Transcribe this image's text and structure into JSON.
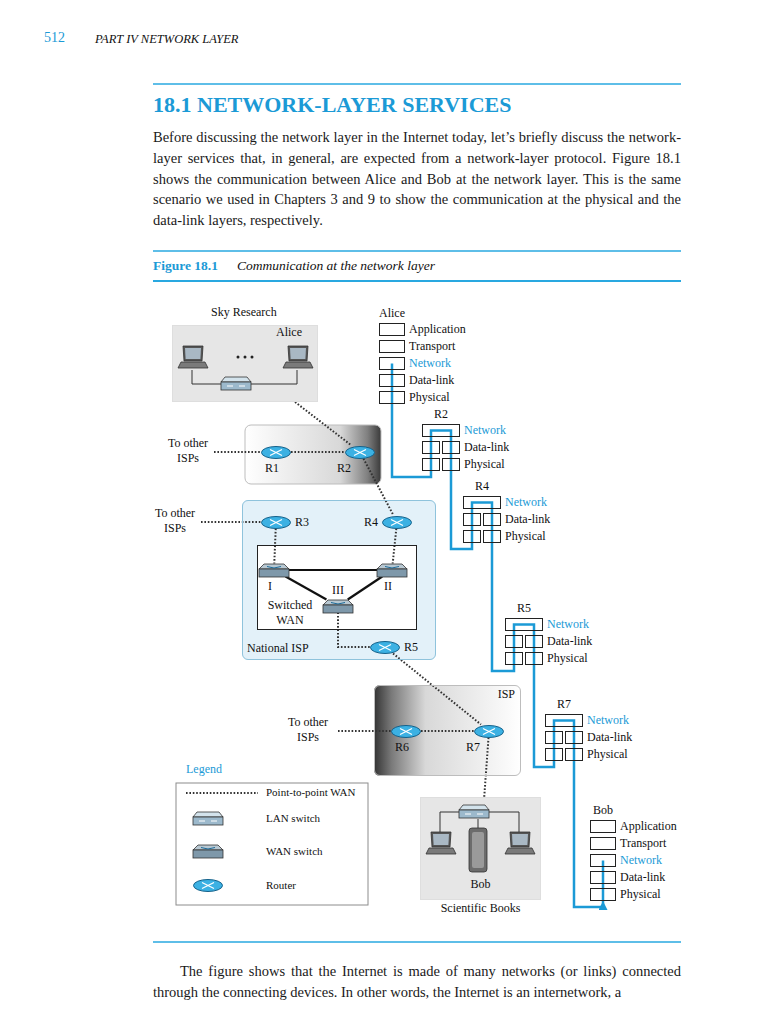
{
  "diagram": {
    "title": "18.1 NETWORK-LAYER SERVICES",
    "caption": "Communication at the network layer",
    "nodes": [
      {
        "text": [
          "Sky Research",
          "Alice"
        ]
      },
      {
        "text": [
          "Alice",
          "Application",
          "Transport",
          "Network",
          "Data-link",
          "Physical"
        ]
      },
      {
        "text": [
          "R2",
          "Network",
          "Data-link",
          "Physical"
        ]
      },
      {
        "text": [
          "R1"
        ]
      },
      {
        "text": [
          "R2"
        ]
      },
      {
        "text": [
          "National ISP"
        ]
      },
      {
        "text": [
          "R3"
        ],
        "in": 5
      },
      {
        "text": [
          "R4"
        ],
        "in": 5
      },
      {
        "text": [
          "R4",
          "Network",
          "Data-link",
          "Physical"
        ]
      },
      {
        "text": [
          "Switched WAN"
        ],
        "in": 5
      },
      {
        "text": [
          "I"
        ],
        "in": 9
      },
      {
        "text": [
          "II"
        ],
        "in": 9
      },
      {
        "text": [
          "III"
        ],
        "in": 9
      },
      {
        "text": [
          "R5"
        ],
        "in": 5
      },
      {
        "text": [
          "R5",
          "Network",
          "Data-link",
          "Physical"
        ]
      },
      {
        "text": [
          "ISP"
        ]
      },
      {
        "text": [
          "R6"
        ],
        "in": 15
      },
      {
        "text": [
          "R7"
        ],
        "in": 15
      },
      {
        "text": [
          "R7",
          "Network",
          "Data-link",
          "Physical"
        ]
      },
      {
        "text": [
          "Bob",
          "Scientific Books"
        ]
      },
      {
        "text": [
          "Bob",
          "Application",
          "Transport",
          "Network",
          "Data-link",
          "Physical"
        ]
      }
    ],
    "edges": [
      {
        "from": 0,
        "to": 4,
        "arrow": "none"
      },
      {
        "from": 3,
        "to": 4,
        "arrow": "none"
      },
      {
        "from": 4,
        "to": 7,
        "arrow": "none"
      },
      {
        "from": 6,
        "to": 10,
        "arrow": "none"
      },
      {
        "from": 7,
        "to": 11,
        "arrow": "none"
      },
      {
        "from": 10,
        "to": 11,
        "arrow": "none"
      },
      {
        "from": 10,
        "to": 12,
        "arrow": "none"
      },
      {
        "from": 11,
        "to": 12,
        "arrow": "none"
      },
      {
        "from": 12,
        "to": 13,
        "arrow": "none"
      },
      {
        "from": 13,
        "to": 17,
        "arrow": "none"
      },
      {
        "from": 16,
        "to": 17,
        "arrow": "none"
      },
      {
        "from": 17,
        "to": 19,
        "arrow": "none"
      },
      {
        "from": 1,
        "to": 2,
        "arrow": "none"
      },
      {
        "from": 2,
        "to": 8,
        "arrow": "none"
      },
      {
        "from": 8,
        "to": 14,
        "arrow": "none"
      },
      {
        "from": 14,
        "to": 18,
        "arrow": "none"
      },
      {
        "from": 18,
        "to": 20,
        "arrow": "to"
      }
    ],
    "labels": [
      "512",
      "PART IV NETWORK LAYER",
      "Before discussing the network layer in the Internet today, let’s briefly discuss the network-layer services that, in general, are expected from a network-layer protocol. Figure 18.1 shows the communication between Alice and Bob at the network layer. This is the same scenario we used in Chapters 3 and 9 to show the communication at the physical and the data-link layers, respectively.",
      "Figure 18.1",
      "To other ISPs",
      "To other ISPs",
      "To other ISPs",
      "Legend",
      "The figure shows that the Internet is made of many networks (or links) connected through the connecting devices. In other words, the Internet is an internetwork, a"
    ],
    "legend": [
      {
        "text": "Point-to-point WAN"
      },
      {
        "text": "LAN switch"
      },
      {
        "text": "WAN switch"
      },
      {
        "text": "Router"
      }
    ]
  }
}
